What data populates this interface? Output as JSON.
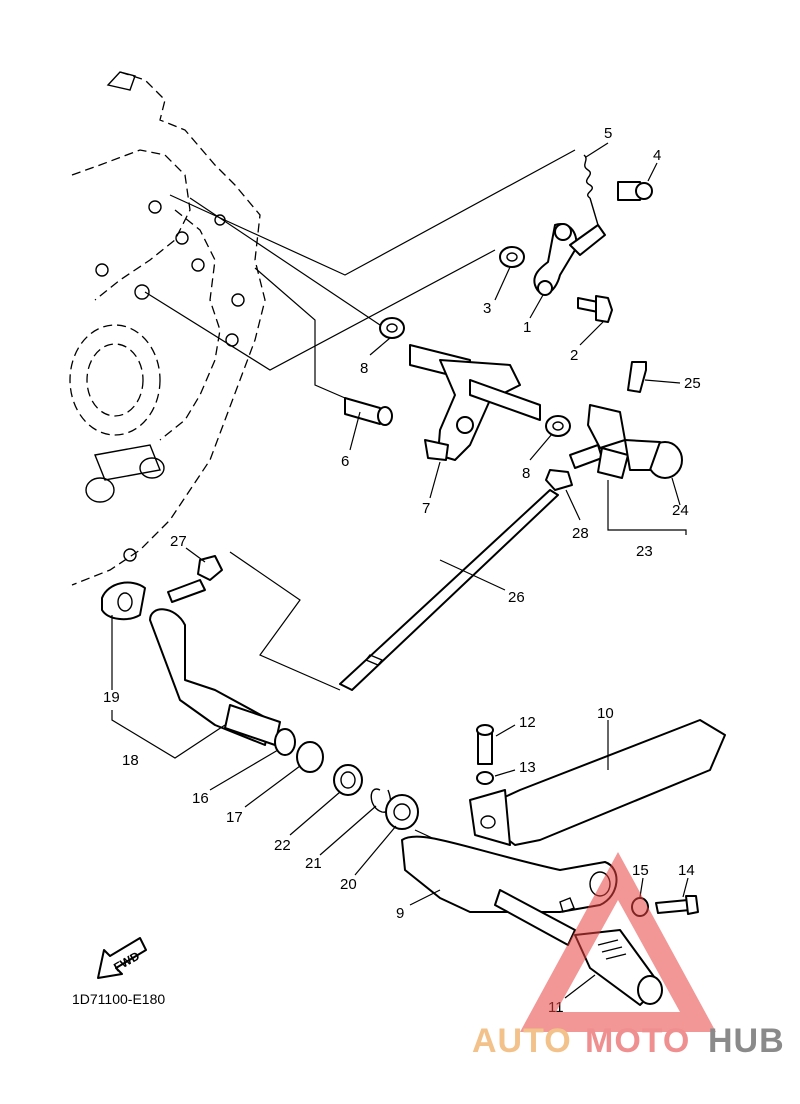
{
  "diagram_code": "1D71100-E180",
  "fwd_label": "FWD",
  "watermark": {
    "segments": [
      "AUTO",
      "MOTO",
      "HUB"
    ],
    "colors": [
      "#f2c28a",
      "#ef8f8f",
      "#8a8a8a"
    ],
    "triangle_color": "#e8403f"
  },
  "parts": {
    "p1": "1",
    "p2": "2",
    "p3": "3",
    "p4": "4",
    "p5": "5",
    "p6": "6",
    "p7": "7",
    "p8a": "8",
    "p8b": "8",
    "p9": "9",
    "p10": "10",
    "p11": "11",
    "p12": "12",
    "p13": "13",
    "p14": "14",
    "p15": "15",
    "p16": "16",
    "p17": "17",
    "p18": "18",
    "p19": "19",
    "p20": "20",
    "p21": "21",
    "p22": "22",
    "p23": "23",
    "p24": "24",
    "p25": "25",
    "p26": "26",
    "p27": "27",
    "p28": "28"
  }
}
